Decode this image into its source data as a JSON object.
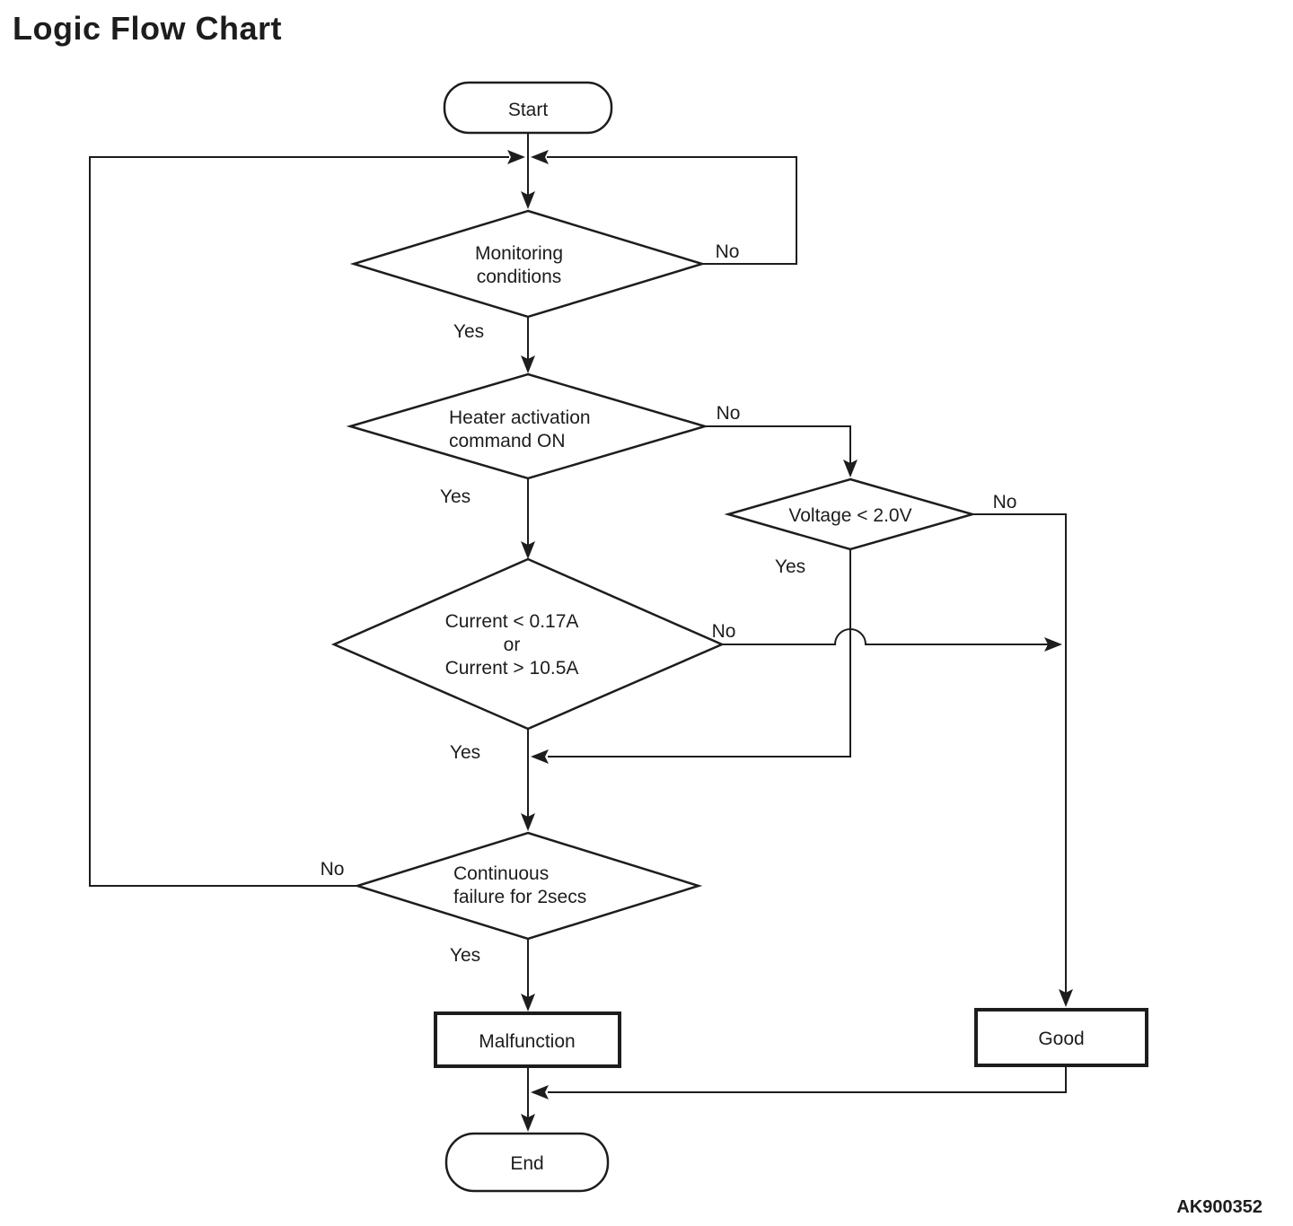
{
  "title": "Logic Flow Chart",
  "figure_code": "AK900352",
  "colors": {
    "line": "#1d1d1d",
    "background": "#ffffff",
    "text": "#1d1d1d"
  },
  "branch_labels": {
    "yes": "Yes",
    "no": "No"
  },
  "nodes": {
    "start": {
      "type": "terminator",
      "label": "Start"
    },
    "monitoring": {
      "type": "decision",
      "lines": [
        "Monitoring",
        "conditions"
      ]
    },
    "heater": {
      "type": "decision",
      "lines": [
        "Heater activation",
        "command ON"
      ]
    },
    "voltage": {
      "type": "decision",
      "lines": [
        "Voltage < 2.0V"
      ]
    },
    "current": {
      "type": "decision",
      "lines": [
        "Current < 0.17A",
        "or",
        "Current > 10.5A"
      ]
    },
    "continuous": {
      "type": "decision",
      "lines": [
        "Continuous",
        "failure for 2secs"
      ]
    },
    "malfunction": {
      "type": "process",
      "label": "Malfunction"
    },
    "good": {
      "type": "process",
      "label": "Good"
    },
    "end": {
      "type": "terminator",
      "label": "End"
    }
  },
  "edges": [
    {
      "from": "start",
      "to": "monitoring",
      "label": ""
    },
    {
      "from": "monitoring",
      "to": "heater",
      "label": "Yes"
    },
    {
      "from": "monitoring",
      "to": "start-junction",
      "label": "No",
      "route": "right-loop-up"
    },
    {
      "from": "heater",
      "to": "current",
      "label": "Yes"
    },
    {
      "from": "heater",
      "to": "voltage",
      "label": "No"
    },
    {
      "from": "voltage",
      "to": "current-yes-line",
      "label": "Yes",
      "route": "down-then-left-merge"
    },
    {
      "from": "voltage",
      "to": "good",
      "label": "No",
      "route": "right-then-down"
    },
    {
      "from": "current",
      "to": "continuous",
      "label": "Yes"
    },
    {
      "from": "current",
      "to": "good",
      "label": "No",
      "route": "right-with-hop-over-voltage-yes-line"
    },
    {
      "from": "continuous",
      "to": "malfunction",
      "label": "Yes"
    },
    {
      "from": "continuous",
      "to": "start-junction",
      "label": "No",
      "route": "left-loop-up"
    },
    {
      "from": "malfunction",
      "to": "end",
      "label": ""
    },
    {
      "from": "good",
      "to": "malfunction-end-line",
      "label": "",
      "route": "down-then-left-merge"
    }
  ]
}
